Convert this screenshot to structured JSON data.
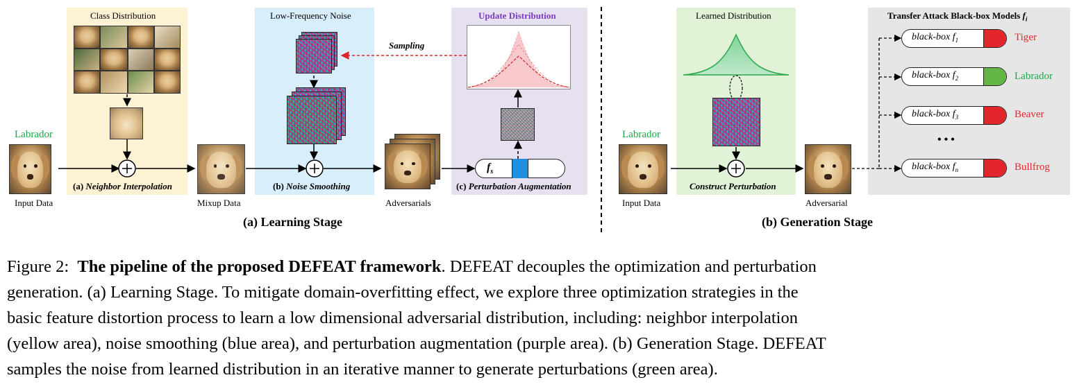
{
  "colors": {
    "yellow_area": "#fdf2d3",
    "blue_area": "#d8eefa",
    "purple_area": "#e7e0f1",
    "green_area": "#e2f2d7",
    "gray_area": "#e6e6e6",
    "label_green": "#1aa84a",
    "label_red": "#e3262b",
    "update_purple": "#7a3cc0",
    "sampling_red": "#d9262b"
  },
  "learning": {
    "input_label": "Labrador",
    "input_caption": "Input Data",
    "class_distribution": "Class Distribution",
    "neighbor_caption_prefix": "(a) ",
    "neighbor_caption": "Neighbor Interpolation",
    "mixup_caption": "Mixup Data",
    "low_freq_title": "Low-Frequency Noise",
    "noise_caption_prefix": "(b) ",
    "noise_caption": "Noise Smoothing",
    "adversarials_caption": "Adversarials",
    "update_title": "Update Distribution",
    "sampling": "Sampling",
    "fs_label": "f",
    "fs_sub": "s",
    "perturb_caption_prefix": "(c) ",
    "perturb_caption": "Perturbation Augmentation",
    "stage_title": "(a) Learning Stage"
  },
  "generation": {
    "input_label": "Labrador",
    "input_caption": "Input Data",
    "learned_title": "Learned Distribution",
    "construct_caption": "Construct Perturbation",
    "adversarial_caption": "Adversarial",
    "transfer_title": "Transfer Attack Black-box Models ",
    "transfer_title_f": "f",
    "transfer_title_sub": "i",
    "models": [
      {
        "label": "black-box ",
        "f": "f",
        "sub": "1",
        "result": "Tiger",
        "correct": false
      },
      {
        "label": "black-box ",
        "f": "f",
        "sub": "2",
        "result": "Labrador",
        "correct": true
      },
      {
        "label": "black-box ",
        "f": "f",
        "sub": "3",
        "result": "Beaver",
        "correct": false
      },
      {
        "label": "black-box ",
        "f": "f",
        "sub": "n",
        "result": "Bullfrog",
        "correct": false
      }
    ],
    "ellipsis": "• • •",
    "stage_title": "(b) Generation Stage"
  },
  "caption": {
    "fig_label": "Figure 2:",
    "bold": "The pipeline of the proposed DEFEAT framework",
    "line1_rest": ". DEFEAT decouples the optimization and perturbation",
    "line2": "generation. (a) Learning Stage. To mitigate domain-overfitting effect, we explore three optimization strategies in the",
    "line3": "basic feature distortion process to learn a low dimensional adversarial distribution, including: neighbor interpolation",
    "line4": "(yellow area), noise smoothing (blue area), and perturbation augmentation (purple area). (b) Generation Stage. DEFEAT",
    "line5": "samples the noise from learned distribution in an iterative manner to generate perturbations (green area)."
  }
}
